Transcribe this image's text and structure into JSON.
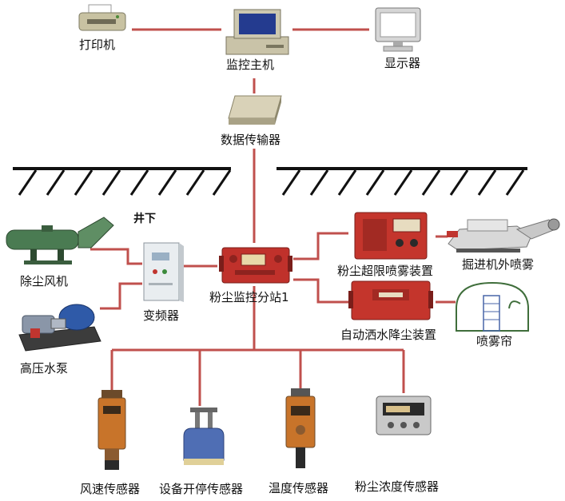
{
  "labels": {
    "printer": "打印机",
    "host": "监控主机",
    "monitor": "显示器",
    "transmitter": "数据传输器",
    "underground": "井下",
    "dust_fan": "除尘风机",
    "hp_pump": "高压水泵",
    "vfd": "变频器",
    "substation": "粉尘监控分站1",
    "overlimit_spray": "粉尘超限喷雾装置",
    "auto_sprinkler": "自动洒水降尘装置",
    "roadheader_spray": "掘进机外喷雾",
    "spray_curtain": "喷雾帘",
    "wind_sensor": "风速传感器",
    "switch_sensor": "设备开停传感器",
    "temp_sensor": "温度传感器",
    "dust_sensor": "粉尘浓度传感器"
  },
  "colors": {
    "wire": "#c0504d",
    "device_red": "#c0312b",
    "device_orange": "#c8742a"
  }
}
